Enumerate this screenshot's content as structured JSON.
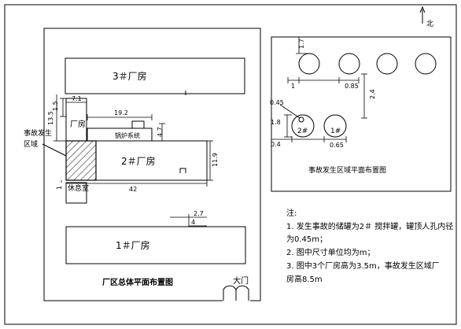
{
  "north_label": "北",
  "site": {
    "title": "厂区总体平面布置图",
    "gate": "大门",
    "factory3": "3＃厂房",
    "factory2": "2＃厂房",
    "factory1": "1＃厂房",
    "factory_small": "厂房",
    "boiler": "锅炉系统",
    "rest_room": "休息室",
    "accident_area": "事故发生区域"
  },
  "dimensions": {
    "d7_1": "7.1",
    "d1_5": "1.5",
    "d13_5": "13.5",
    "d19_2": "19.2",
    "d4_7": "4.7",
    "d11_9": "11.9",
    "d42": "42",
    "d1_left": "1",
    "d2_7": "2.7",
    "d4": "4",
    "gate_mark": "∩"
  },
  "tank_plan": {
    "title": "事故发生区域平面布置图",
    "tank2": "2#",
    "tank1": "1#",
    "d1_7": "1.7",
    "d1": "1",
    "d0_85": "0.85",
    "d2_4": "2.4",
    "d0_45": "0.45",
    "d1_8": "1.8",
    "d0_4": "0.4",
    "d0_65": "0.65"
  },
  "notes": {
    "heading": "注:",
    "n1a": "1. 发生事故的储罐为2＃ 搅拌罐，罐顶人孔内径",
    "n1b": "为0.45m；",
    "n2": "2. 图中尺寸单位均为m；",
    "n3a": "3. 图中3个厂房高为3.5m，事故发生区域厂",
    "n3b": "房高8.5m"
  }
}
